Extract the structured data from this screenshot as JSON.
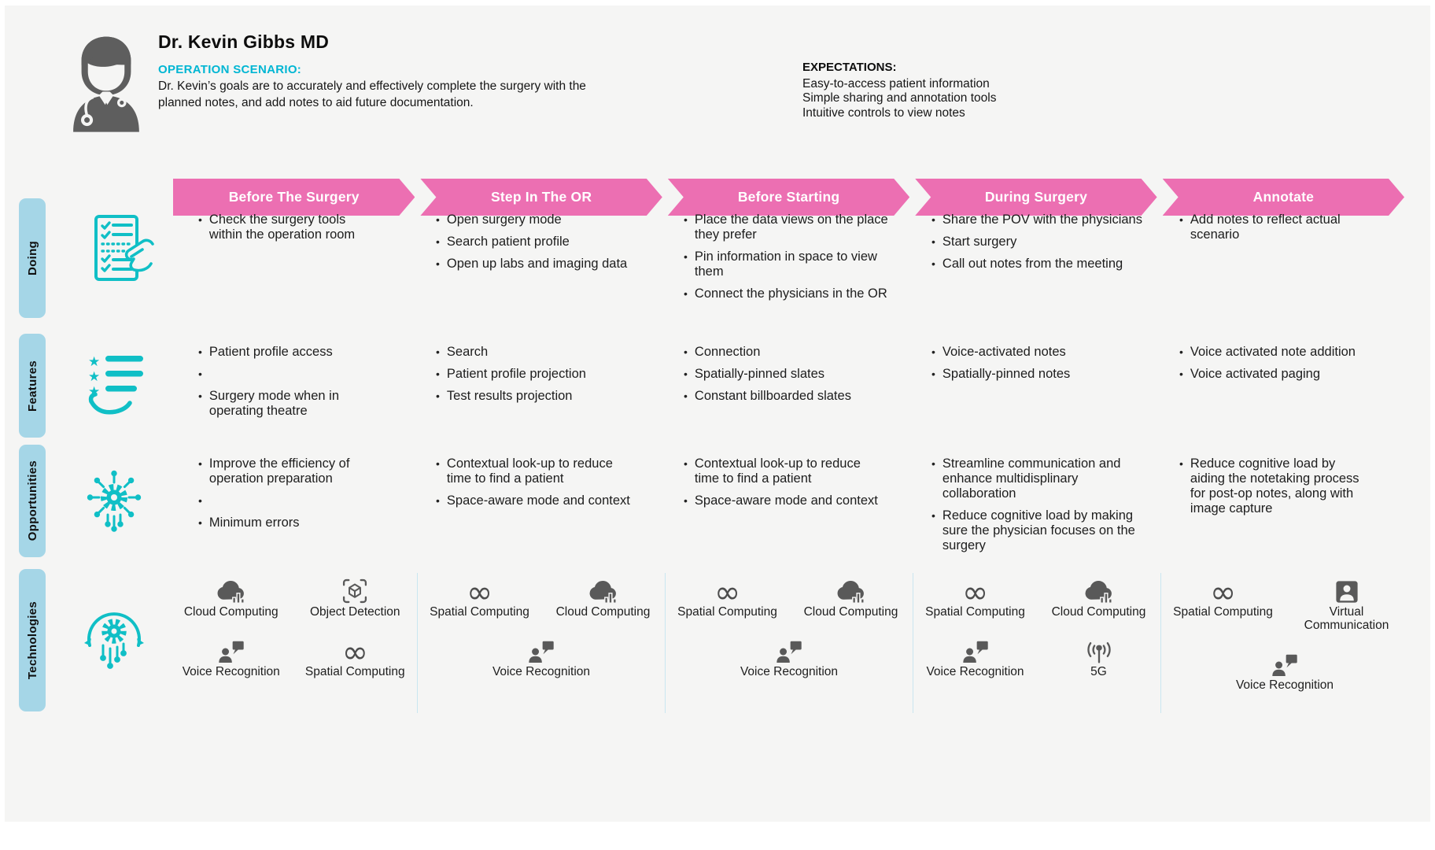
{
  "persona": {
    "name": "Dr. Kevin Gibbs MD",
    "scenario_label": "OPERATION SCENARIO:",
    "scenario_text": "Dr. Kevin’s goals are to accurately and effectively complete the surgery with the planned notes, and add notes to aid future documentation.",
    "expectations_label": "EXPECTATIONS:",
    "expectations": [
      "Easy-to-access patient information",
      "Simple sharing and annotation tools",
      "Intuitive controls to view notes"
    ],
    "avatar": "doctor-avatar-icon"
  },
  "phases": [
    "Before The Surgery",
    "Step In The OR",
    "Before Starting",
    "During Surgery",
    "Annotate"
  ],
  "rows": [
    {
      "id": "doing",
      "label": "Doing",
      "icon": "checklist-icon",
      "cells": [
        [
          "Check the surgery tools within the operation room"
        ],
        [
          "Open surgery mode",
          "Search patient profile",
          "Open up labs and imaging data"
        ],
        [
          "Place the data views on the place they prefer",
          "Pin information in space to view them",
          "Connect the physicians in the OR"
        ],
        [
          "Share the POV with the physicians",
          "Start surgery",
          "Call out notes from the meeting"
        ],
        [
          "Add notes to reflect actual scenario"
        ]
      ]
    },
    {
      "id": "features",
      "label": "Features",
      "icon": "feature-list-icon",
      "cells": [
        [
          "Patient profile access",
          "",
          "Surgery mode when in operating theatre"
        ],
        [
          "Search",
          "Patient profile projection",
          "Test results projection"
        ],
        [
          "Connection",
          "Spatially-pinned slates",
          "Constant billboarded slates"
        ],
        [
          "Voice-activated notes",
          "Spatially-pinned notes"
        ],
        [
          "Voice activated note addition",
          "Voice activated paging"
        ]
      ]
    },
    {
      "id": "opportunities",
      "label": "Opportunities",
      "icon": "idea-gear-icon",
      "cells": [
        [
          "Improve the efficiency of operation preparation",
          "",
          "Minimum errors"
        ],
        [
          "Contextual look-up to reduce time to find a patient",
          "Space-aware mode and context"
        ],
        [
          "Contextual look-up to reduce time to find a patient",
          "Space-aware mode and context"
        ],
        [
          "Streamline communication and enhance multidisplinary collaboration",
          "Reduce cognitive load by making sure the physician focuses on the surgery"
        ],
        [
          "Reduce cognitive load by aiding the notetaking process for post-op notes, along with image capture"
        ]
      ]
    }
  ],
  "technologies": {
    "label": "Technologies",
    "icon": "tech-gear-icon",
    "groups": [
      [
        {
          "label": "Cloud Computing",
          "icon": "cloud-computing-icon"
        },
        {
          "label": "Object Detection",
          "icon": "object-detection-icon"
        },
        {
          "label": "Voice Recognition",
          "icon": "voice-recognition-icon"
        },
        {
          "label": "Spatial Computing",
          "icon": "spatial-computing-icon"
        }
      ],
      [
        {
          "label": "Spatial Computing",
          "icon": "spatial-computing-icon"
        },
        {
          "label": "Cloud Computing",
          "icon": "cloud-computing-icon"
        },
        {
          "label": "Voice Recognition",
          "icon": "voice-recognition-icon"
        }
      ],
      [
        {
          "label": "Spatial Computing",
          "icon": "spatial-computing-icon"
        },
        {
          "label": "Cloud Computing",
          "icon": "cloud-computing-icon"
        },
        {
          "label": "Voice Recognition",
          "icon": "voice-recognition-icon"
        }
      ],
      [
        {
          "label": "Spatial Computing",
          "icon": "spatial-computing-icon"
        },
        {
          "label": "Cloud Computing",
          "icon": "cloud-computing-icon"
        },
        {
          "label": "Voice Recognition",
          "icon": "voice-recognition-icon"
        },
        {
          "label": "5G",
          "icon": "five-g-icon"
        }
      ],
      [
        {
          "label": "Spatial Computing",
          "icon": "spatial-computing-icon"
        },
        {
          "label": "Virtual Communication",
          "icon": "virtual-communication-icon"
        },
        {
          "label": "Voice Recognition",
          "icon": "voice-recognition-icon"
        }
      ]
    ]
  },
  "colors": {
    "accent_pink": "#ec6fb2",
    "accent_teal": "#10bfc6",
    "scenario_cyan": "#00b6d3",
    "rail_blue": "#a5d6e7",
    "tech_icon_gray": "#595959",
    "background": "#f5f5f4"
  }
}
